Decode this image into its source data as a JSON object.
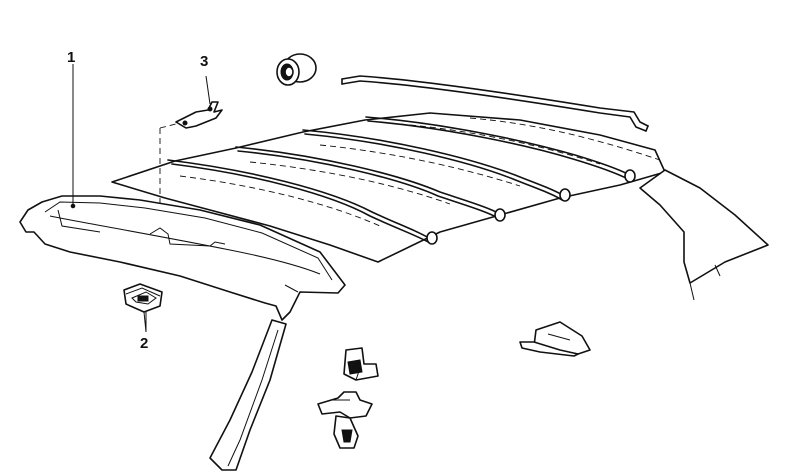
{
  "callouts": {
    "part_1": "1",
    "part_2": "2",
    "part_3": "3"
  },
  "colors": {
    "line": "#111111",
    "background": "#ffffff"
  }
}
